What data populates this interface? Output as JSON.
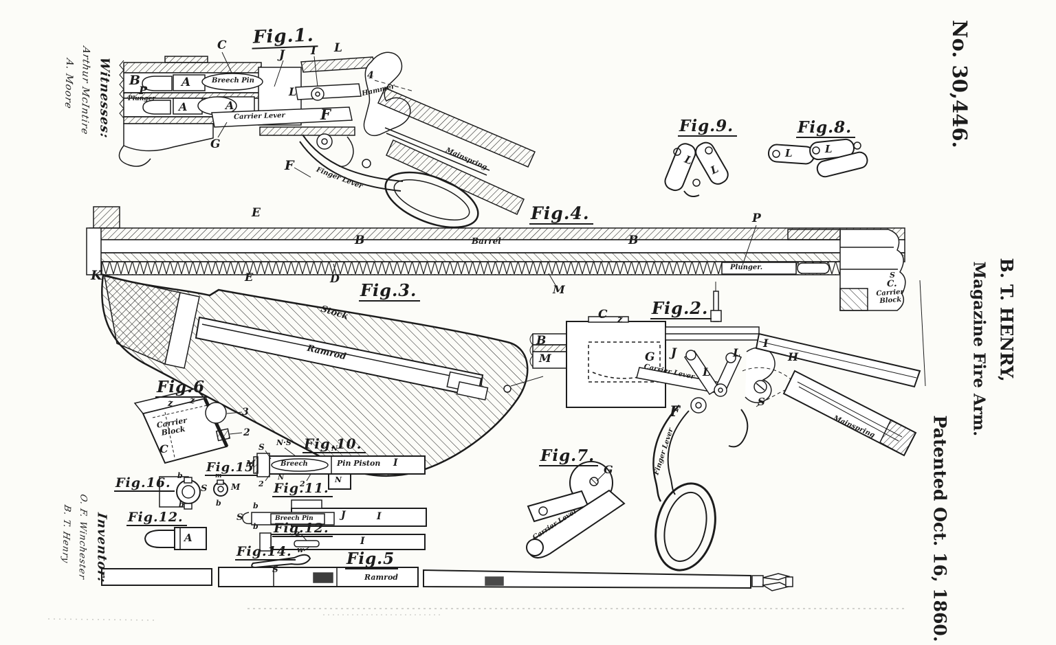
{
  "page": {
    "background": "#fcfcf8",
    "ink": "#1c1c1c"
  },
  "header": {
    "patent_number": "No. 30,446.",
    "inventor_name": "B. T. HENRY,",
    "invention_title": "Magazine Fire Arm.",
    "patent_date": "Patented Oct. 16, 1860."
  },
  "witnesses": {
    "label": "Witnesses:",
    "sig1": "Arthur McIntire",
    "sig2": "A. Moore"
  },
  "inventor": {
    "label": "Inventor:",
    "sig1": "O. F. Winchester",
    "sig2": "B. T. Henry"
  },
  "figures": {
    "fig1": {
      "title": "Fig.1.",
      "labels": {
        "c": "C",
        "j": "J",
        "i": "I",
        "l_top": "L",
        "b": "B",
        "a1": "A",
        "breech_pin": "Breech Pin",
        "p": "P",
        "plunger": "Plunger",
        "a2": "A",
        "a3": "A",
        "l_mid": "L",
        "carrier_lever": "Carrier Lever",
        "g": "G",
        "f1": "F",
        "num4": "4",
        "hammer": "Hammer",
        "f2": "F",
        "finger_lever": "Finger Lever",
        "mainspring": "Mainspring"
      }
    },
    "fig2": {
      "title": "Fig.2.",
      "labels": {
        "c": "C",
        "z": "z",
        "b": "B",
        "m": "M",
        "g": "G",
        "j": "J",
        "l1": "L",
        "l2": "L",
        "i": "I",
        "h": "H",
        "s": "S",
        "f": "F",
        "carrier_lever": "Carrier Lever",
        "finger_lever": "Finger Lever",
        "mainspring": "Mainspring"
      }
    },
    "fig3": {
      "title": "Fig.3.",
      "labels": {
        "stock": "Stock",
        "ramrod": "Ramrod"
      }
    },
    "fig4": {
      "title": "Fig.4.",
      "labels": {
        "e_top": "E",
        "b1": "B",
        "barrel": "Barrel",
        "b2": "B",
        "p": "P",
        "plunger": "Plunger.",
        "k": "K",
        "e_bot": "E",
        "d": "D",
        "m": "M",
        "s": "S",
        "c": "C.",
        "carrier_block": "Carrier Block"
      }
    },
    "fig5": {
      "title": "Fig.5",
      "labels": {
        "ramrod": "Ramrod"
      }
    },
    "fig6": {
      "title": "Fig.6",
      "labels": {
        "z1": "z",
        "z2": "z",
        "n3": "3",
        "n2": "2",
        "carrier_block": "Carrier Block",
        "c": "C"
      }
    },
    "fig7": {
      "title": "Fig.7.",
      "labels": {
        "g": "G",
        "carrier_lever": "Carrier Lever"
      }
    },
    "fig8": {
      "title": "Fig.8.",
      "labels": {
        "l1": "L",
        "l2": "L"
      }
    },
    "fig9": {
      "title": "Fig.9.",
      "labels": {
        "l1": "L",
        "l2": "L"
      }
    },
    "fig10": {
      "title": "Fig.10.",
      "labels": {
        "s": "S",
        "ns": "N·S",
        "n1": "N",
        "m": "M",
        "breech": "Breech",
        "pin_piston": "Pin Piston",
        "i": "I",
        "n2": "N",
        "n3": "N",
        "two1": "2",
        "two2": "2"
      }
    },
    "fig11": {
      "title": "Fig.11.",
      "labels": {
        "b1": "b",
        "s": "S",
        "breech_pin": "Breech Pin",
        "j": "J",
        "i": "I",
        "b2": "b"
      }
    },
    "fig12l": {
      "title": "Fig.12.",
      "labels": {
        "a": "A"
      }
    },
    "fig12c": {
      "title": "Fig.12.",
      "labels": {
        "z": "z",
        "i": "I",
        "w": "w"
      }
    },
    "fig14": {
      "title": "Fig.14.",
      "labels": {
        "s": "S"
      }
    },
    "fig15": {
      "title": "Fig.15",
      "labels": {
        "m_top": "m",
        "m": "M",
        "b": "b"
      }
    },
    "fig16": {
      "title": "Fig.16.",
      "labels": {
        "b1": "b",
        "s": "S",
        "b2": "b"
      }
    }
  }
}
